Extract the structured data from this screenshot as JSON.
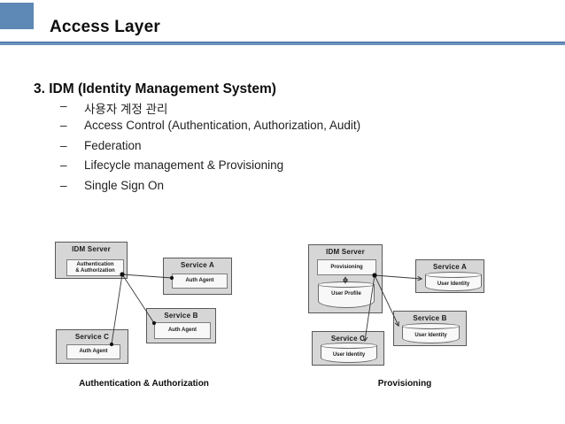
{
  "slide": {
    "title": "Access Layer",
    "heading": "3. IDM (Identity Management System)",
    "bullet_marker": "–",
    "bullets": [
      "사용자 계정 관리",
      "Access Control (Authentication, Authorization, Audit)",
      "Federation",
      "Lifecycle management & Provisioning",
      "Single Sign On"
    ],
    "accent_color": "#5e88b5"
  },
  "diagrams": {
    "auth": {
      "caption": "Authentication & Authorization",
      "idm_server": {
        "title": "IDM Server",
        "component": "Authentication\n& Authorization"
      },
      "services": [
        {
          "title": "Service A",
          "component": "Auth Agent"
        },
        {
          "title": "Service B",
          "component": "Auth Agent"
        },
        {
          "title": "Service C",
          "component": "Auth Agent"
        }
      ]
    },
    "provisioning": {
      "caption": "Provisioning",
      "idm_server": {
        "title": "IDM Server",
        "component": "Provisioning",
        "store": "User Profile"
      },
      "services": [
        {
          "title": "Service A",
          "store": "User Identity"
        },
        {
          "title": "Service B",
          "store": "User Identity"
        },
        {
          "title": "Service C",
          "store": "User Identity"
        }
      ]
    }
  }
}
